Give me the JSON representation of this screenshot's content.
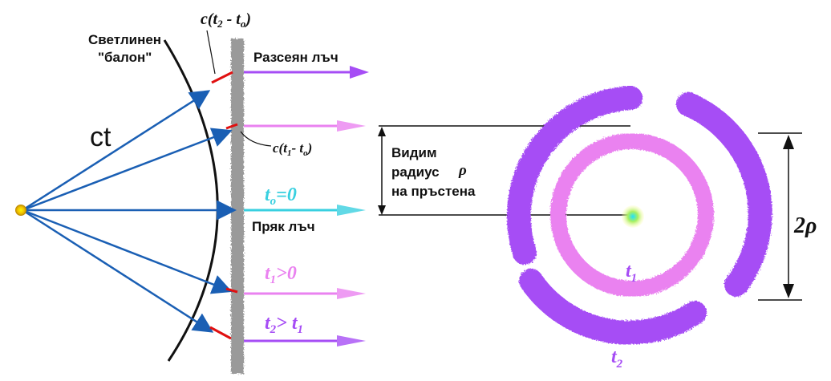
{
  "colors": {
    "direct": "#1a5fb4",
    "direct_ray": "#39d0e0",
    "scattered": "#a64df5",
    "t1_ring": "#ea82f0",
    "t2_ring": "#a64df5",
    "wall": "#9a9a9a",
    "text": "#111111",
    "marker": "#e01010"
  },
  "labels": {
    "light_balloon_line1": "Светлинен",
    "light_balloon_line2": "\"балон\"",
    "ct": "ct",
    "delay_top": "c(t",
    "delay_top_sub2": "2",
    "delay_top_mid": " - t",
    "delay_top_sub0": "o",
    "delay_top_end": ")",
    "delay_mid": "c(t",
    "delay_mid_sub1": "1",
    "delay_mid_mid": "- t",
    "delay_mid_sub0": "o",
    "delay_mid_end": ")",
    "scattered_ray": "Разсеян лъч",
    "direct_ray": "Пряк лъч",
    "t0_eq": "t",
    "t0_sub": "o",
    "t0_rest": "=0",
    "t1_gt": "t",
    "t1_sub": "1",
    "t1_rest": ">0",
    "t2_gt": "t",
    "t2_sub": "2",
    "t2_mid": "> t",
    "t2_sub2": "1",
    "visible_radius_line1": "Видим",
    "visible_radius_line2": "радиус",
    "rho": "ρ",
    "visible_radius_line3": "на пръстена",
    "two_rho": "2ρ",
    "ring_t1": "t",
    "ring_t1_sub": "1",
    "ring_t2": "t",
    "ring_t2_sub": "2"
  }
}
